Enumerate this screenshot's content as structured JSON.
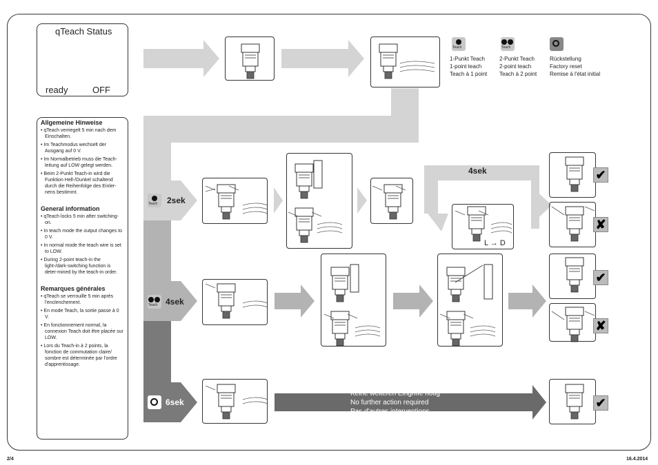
{
  "status_panel": {
    "title": "qTeach Status",
    "ready": "ready",
    "off": "OFF"
  },
  "buttons": [
    {
      "icon": "teach-1point-icon",
      "sub": "Teach",
      "lines": [
        "1-Punkt Teach",
        "1-point teach",
        "Teach à 1 point"
      ]
    },
    {
      "icon": "teach-2point-icon",
      "sub": "Teach",
      "lines": [
        "2-Punkt Teach",
        "2-point teach",
        "Teach à 2 point"
      ]
    },
    {
      "icon": "power-reset-icon",
      "lines": [
        "Rückstellung",
        "Factory reset",
        "Remise à l'état initial"
      ]
    }
  ],
  "notes": {
    "de": {
      "title": "Allgemeine Hinweise",
      "items": [
        "qTeach verriegelt 5 min nach dem Einschalten.",
        "Im Teachmodus wechselt der Ausgang auf 0 V.",
        "Im Normalbetrieb muss die Teach-leitung auf LOW gelegt werden.",
        "Beim 2-Punkt Teach-in wird die Funktion Hell-/Dunkel schaltend durch die Reihenfolge des Einler-nens bestimmt."
      ]
    },
    "en": {
      "title": "General information",
      "items": [
        "qTeach locks 5 min after switching-on.",
        "In teach mode the output changes to 0 V.",
        "In normal mode the teach wire is set to LOW.",
        "During 2-point teach-in the light-/dark-switching function is deter-mined by the teach-in order."
      ]
    },
    "fr": {
      "title": "Remarques générales",
      "items": [
        "qTeach se verrouille 5 min après l'enclenchement.",
        "En mode Teach, la sortie passe à 0 V.",
        "En fonctionnement normal, la connexion Teach doit être placée sur LOW.",
        "Lors du Teach-in à 2 points, la fonction de commutation claire/ sombre est déterminée par l'ordre d'apprentissage."
      ]
    }
  },
  "rows": {
    "row1": {
      "icon_sub": "Teach",
      "time": "2sek"
    },
    "row2": {
      "icon_sub": "Teach",
      "time": "4sek"
    },
    "row3": {
      "time": "6sek"
    }
  },
  "loop": {
    "time": "4sek",
    "direction": "L → D"
  },
  "final_note": [
    "Keine weiteren Eingriffe nötig",
    "No further action required",
    "Pas d'autres interventions"
  ],
  "footer": {
    "page": "2/4",
    "date": "16.4.2014"
  },
  "colors": {
    "arrow_light": "#d4d4d4",
    "arrow_mid": "#b3b3b3",
    "arrow_dark": "#7a7a7a",
    "arrow_darker": "#6a6a6a"
  }
}
